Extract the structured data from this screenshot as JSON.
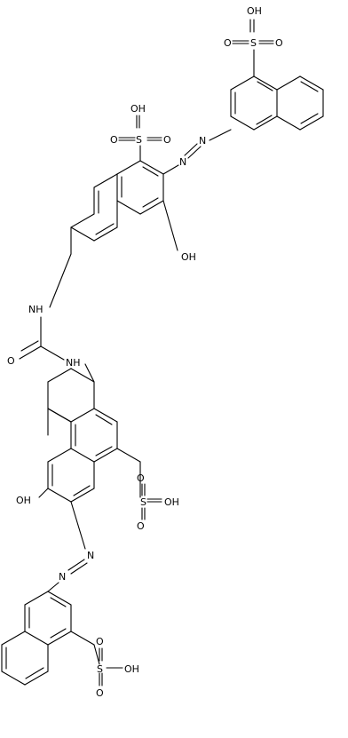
{
  "diagram": {
    "colors": {
      "bond": "#000000",
      "background": "#ffffff"
    },
    "labels": {
      "oh_top": "OH",
      "s_top": "S",
      "o_top_left": "O",
      "o_top_right": "O",
      "oh_s2": "OH",
      "s2": "S",
      "o_s2_left": "O",
      "o_s2_right": "O",
      "n_azo1a": "N",
      "n_azo1b": "N",
      "oh_ring1": "OH",
      "nh_upper": "NH",
      "o_urea": "O",
      "nh_lower": "NH",
      "oh_ring2": "OH",
      "s3": "S",
      "o_s3_top": "O",
      "o_s3_bottom": "O",
      "oh_s3": "OH",
      "n_azo2a": "N",
      "n_azo2b": "N",
      "o_s4_top": "O",
      "s4": "S",
      "oh_s4": "OH",
      "o_s4_bottom": "O"
    }
  }
}
